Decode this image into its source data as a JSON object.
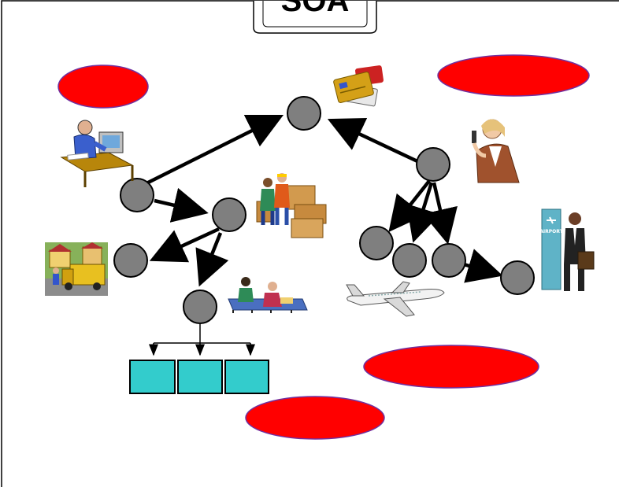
{
  "title": "SOA",
  "colors": {
    "node_fill": "#7f7f7f",
    "node_stroke": "#000000",
    "ellipse_fill": "#ff0000",
    "ellipse_stroke": "#7030a0",
    "box_fill": "#33cccc",
    "arrow": "#000000",
    "frame": "#000000"
  },
  "clipart": [
    {
      "name": "credit-cards",
      "icon": "credit-cards-icon"
    },
    {
      "name": "office-worker-at-computer",
      "icon": "office-worker-icon"
    },
    {
      "name": "warehouse-workers-with-boxes",
      "icon": "warehouse-workers-icon"
    },
    {
      "name": "businesswoman-with-phone",
      "icon": "businesswoman-phone-icon"
    },
    {
      "name": "delivery-truck-at-house",
      "icon": "delivery-truck-icon"
    },
    {
      "name": "airport-traveler",
      "icon": "airport-traveler-icon"
    },
    {
      "name": "factory-conveyor-workers",
      "icon": "factory-conveyor-icon"
    },
    {
      "name": "passenger-airplane",
      "icon": "airplane-icon"
    }
  ],
  "labels": {
    "airport_sign": "AIRPORT"
  }
}
